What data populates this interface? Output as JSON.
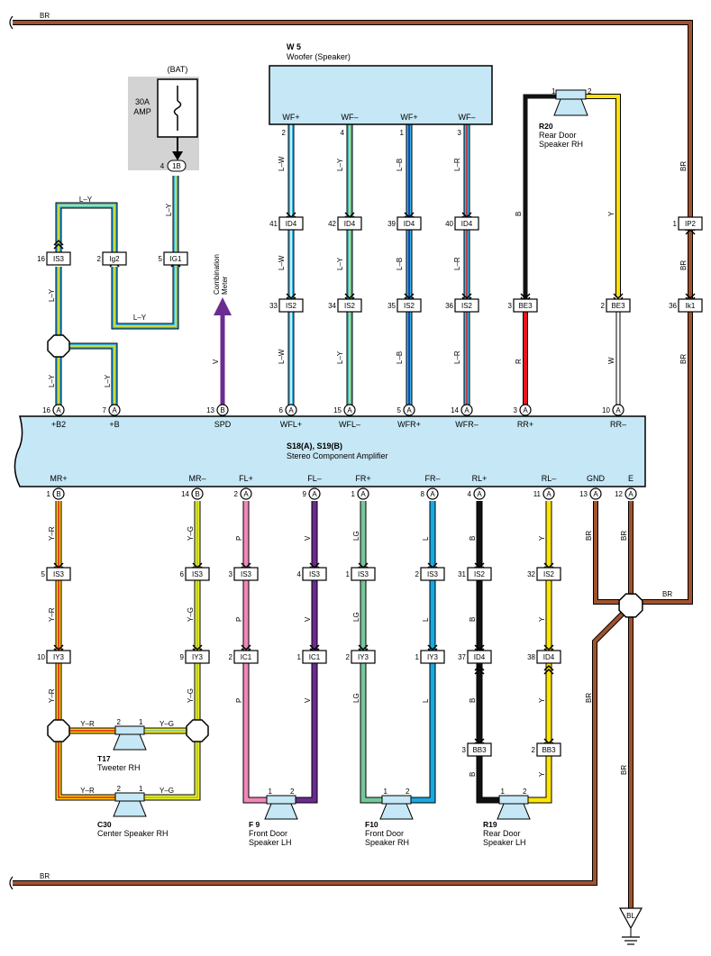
{
  "colors": {
    "BR": "#a0522d",
    "LW": "#35b6e8",
    "LY": "#35b6e8",
    "LB": "#35b6e8",
    "LR": "#35b6e8",
    "B": "#111111",
    "Y": "#ffe600",
    "R": "#e8141c",
    "W": "#ffffff",
    "V": "#6a2c91",
    "P": "#f088b8",
    "LG": "#76c79a",
    "L": "#17a9e1",
    "YR": "#ffd200",
    "YG": "#ffee00",
    "box": "#c6e7f5",
    "fuseBg": "#d3d3d3"
  },
  "wire_labels": {
    "BR": "BR",
    "LY": "L–Y",
    "LW": "L–W",
    "LB": "L–B",
    "LR": "L–R",
    "V": "V",
    "B": "B",
    "Y": "Y",
    "R": "R",
    "W": "W",
    "P": "P",
    "LG": "LG",
    "L": "L",
    "YR": "Y–R",
    "YG": "Y–G"
  },
  "fuse": {
    "title": "(BAT)",
    "amp1": "30A",
    "amp2": "AMP",
    "pin": "4",
    "conn": "1B"
  },
  "woofer": {
    "id": "W 5",
    "name": "Woofer (Speaker)",
    "terms": [
      "WF+",
      "WF–",
      "WF+",
      "WF–"
    ],
    "pins": [
      "2",
      "4",
      "1",
      "3"
    ]
  },
  "id4_row": {
    "pins": [
      "41",
      "42",
      "39",
      "40"
    ],
    "conn": "ID4"
  },
  "is2_row": {
    "pins": [
      "33",
      "34",
      "35",
      "36"
    ],
    "conn": "IS2"
  },
  "left_top": {
    "is3": {
      "pin": "16",
      "conn": "IS3"
    },
    "ig2": {
      "pin": "2",
      "conn": "Ig2"
    },
    "ig1": {
      "pin": "5",
      "conn": "IG1"
    }
  },
  "combo_meter": {
    "line1": "Combination",
    "line2": "Meter"
  },
  "r20": {
    "id": "R20",
    "name1": "Rear Door",
    "name2": "Speaker RH",
    "pin1": "1",
    "pin2": "2"
  },
  "be3": {
    "pin_left": "3",
    "pin_right": "2",
    "conn": "BE3"
  },
  "ip2": {
    "pin": "1",
    "conn": "IP2"
  },
  "ik1": {
    "pin": "36",
    "conn": "Ik1"
  },
  "amp": {
    "title": "S18(A), S19(B)",
    "name": "Stereo Component Amplifier",
    "top_pins": [
      {
        "pin": "16",
        "conn": "A",
        "term": "+B2"
      },
      {
        "pin": "7",
        "conn": "A",
        "term": "+B"
      },
      {
        "pin": "13",
        "conn": "B",
        "term": "SPD"
      },
      {
        "pin": "6",
        "conn": "A",
        "term": "WFL+"
      },
      {
        "pin": "15",
        "conn": "A",
        "term": "WFL–"
      },
      {
        "pin": "5",
        "conn": "A",
        "term": "WFR+"
      },
      {
        "pin": "14",
        "conn": "A",
        "term": "WFR–"
      },
      {
        "pin": "3",
        "conn": "A",
        "term": "RR+"
      },
      {
        "pin": "10",
        "conn": "A",
        "term": "RR–"
      }
    ],
    "bottom_pins": [
      {
        "pin": "1",
        "conn": "B",
        "term": "MR+"
      },
      {
        "pin": "14",
        "conn": "B",
        "term": "MR–"
      },
      {
        "pin": "2",
        "conn": "A",
        "term": "FL+"
      },
      {
        "pin": "9",
        "conn": "A",
        "term": "FL–"
      },
      {
        "pin": "1",
        "conn": "A",
        "term": "FR+"
      },
      {
        "pin": "8",
        "conn": "A",
        "term": "FR–"
      },
      {
        "pin": "4",
        "conn": "A",
        "term": "RL+"
      },
      {
        "pin": "11",
        "conn": "A",
        "term": "RL–"
      },
      {
        "pin": "13",
        "conn": "A",
        "term": "GND"
      },
      {
        "pin": "12",
        "conn": "A",
        "term": "E"
      }
    ]
  },
  "row1": [
    {
      "pin": "5",
      "conn": "IS3"
    },
    {
      "pin": "6",
      "conn": "IS3"
    },
    {
      "pin": "3",
      "conn": "IS3"
    },
    {
      "pin": "4",
      "conn": "IS3"
    },
    {
      "pin": "1",
      "conn": "IS3"
    },
    {
      "pin": "2",
      "conn": "IS3"
    },
    {
      "pin": "31",
      "conn": "IS2"
    },
    {
      "pin": "32",
      "conn": "IS2"
    }
  ],
  "row2": [
    {
      "pin": "10",
      "conn": "IY3"
    },
    {
      "pin": "9",
      "conn": "IY3"
    },
    {
      "pin": "2",
      "conn": "IC1"
    },
    {
      "pin": "1",
      "conn": "IC1"
    },
    {
      "pin": "2",
      "conn": "IY3"
    },
    {
      "pin": "1",
      "conn": "IY3"
    },
    {
      "pin": "37",
      "conn": "ID4"
    },
    {
      "pin": "38",
      "conn": "ID4"
    }
  ],
  "bb3": {
    "pin_left": "3",
    "pin_right": "2",
    "conn": "BB3"
  },
  "speakers": {
    "t17": {
      "id": "T17",
      "name1": "Tweeter RH",
      "name2": "",
      "pin1": "2",
      "pin2": "1"
    },
    "c30": {
      "id": "C30",
      "name1": "Center Speaker RH",
      "name2": "",
      "pin1": "2",
      "pin2": "1"
    },
    "f9": {
      "id": "F 9",
      "name1": "Front Door",
      "name2": "Speaker LH",
      "pin1": "1",
      "pin2": "2"
    },
    "f10": {
      "id": "F10",
      "name1": "Front Door",
      "name2": "Speaker RH",
      "pin1": "1",
      "pin2": "2"
    },
    "r19": {
      "id": "R19",
      "name1": "Rear Door",
      "name2": "Speaker LH",
      "pin1": "1",
      "pin2": "2"
    }
  },
  "ground": {
    "label": "BL"
  }
}
